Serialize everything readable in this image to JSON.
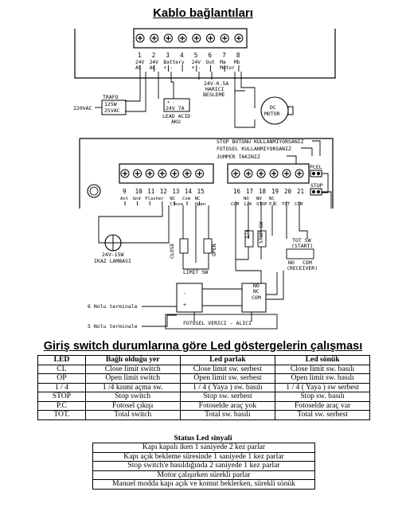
{
  "title": "Kablo  bağlantıları",
  "top_block": {
    "terminal_numbers": [
      "1",
      "2",
      "3",
      "4",
      "5",
      "6",
      "7",
      "8"
    ],
    "labels": [
      {
        "line1": "24V",
        "line2": "AC"
      },
      {
        "line1": "24V",
        "line2": "AC"
      },
      {
        "line1": "Battery",
        "line2": "+ -"
      },
      {
        "line1": "",
        "line2": ""
      },
      {
        "line1": "24V",
        "line2": "+ -"
      },
      {
        "line1": "Out",
        "line2": ""
      },
      {
        "line1": "Ma",
        "line2": "Motor"
      },
      {
        "line1": "Mb",
        "line2": ""
      }
    ],
    "trafo": "TRAFO",
    "trafo_rating_1": "125W",
    "trafo_rating_2": "25VAC",
    "mains": "220VAC",
    "battery_1": "24V 7A",
    "battery_2": "LEAD ACID",
    "battery_3": "AKU",
    "harici_1": "24V-0.5A",
    "harici_2": "HARICI",
    "harici_3": "BESLEME",
    "motor_1": "DC",
    "motor_2": "MOTOR"
  },
  "bottom_block": {
    "notes": [
      "STOP BUTONU KULLANMIYORSANIZ",
      "FOTOSEL KULLANMIYORSANIZ",
      "JUMPER TAKINIZ"
    ],
    "left_numbers": [
      "9",
      "10",
      "11",
      "12",
      "13",
      "14",
      "15"
    ],
    "left_labels_1": [
      "Ant",
      "Gnd",
      "Flasher",
      "",
      "NC",
      "Com",
      "NC"
    ],
    "left_labels_2": [
      "",
      "",
      "",
      "",
      "Close",
      "",
      "Open"
    ],
    "right_numbers": [
      "16",
      "17",
      "18",
      "19",
      "20",
      "21"
    ],
    "right_labels_1": [
      "",
      "NO",
      "NO",
      "NC",
      "",
      ""
    ],
    "right_labels_2": [
      "COM",
      "1/4",
      "STOP",
      "P.C",
      "TOT",
      "COM"
    ],
    "pcel": "PCEL",
    "stop": "STOP",
    "lamp_1": "24V-15W",
    "lamp_2": "IKAZ LAMBASI",
    "limit_sw": "LIMIT SW",
    "close": "CLOSE",
    "open": "OPEN",
    "quarter": "1/4",
    "stop_sw": "STOP SW",
    "tot_sw_1": "TOT SW",
    "tot_sw_2": "(START)",
    "no": "NO",
    "com": "COM",
    "receiver": "(RECEIVER)",
    "no2": "NO",
    "nc2": "NC",
    "com2": "COM",
    "term6": "6 Nolu terminale",
    "term5": "5 Nolu terminale",
    "fotosel": "FOTOSEL VERICI  -  ALICI"
  },
  "section_title": "Giriş switch durumlarına göre Led göstergelerin çalışması",
  "led_table": {
    "headers": [
      "LED",
      "Bağlı olduğu yer",
      "Led parlak",
      "Led sönük"
    ],
    "rows": [
      [
        "CL",
        "Close limit switch",
        "Close limit sw. serbest",
        "Close limit sw. basılı"
      ],
      [
        "OP",
        "Open limit switch",
        "Open limit sw. serbest",
        "Open limit sw. basılı"
      ],
      [
        "1 / 4",
        "1 /4 kısmi açma sw.",
        "1 / 4 ( Yaya ) sw. basılı",
        "1 / 4 ( Yaya ) sw serbest"
      ],
      [
        "STOP",
        "Stop switch",
        "Stop sw. serbest",
        "Stop sw. basılı"
      ],
      [
        "P.C",
        "Fotosel çıkışı",
        "Fotoselde araç yok",
        "Fotoselde araç var"
      ],
      [
        "TOT.",
        "Total switch",
        "Total sw. basılı",
        "Total sw. serbest"
      ]
    ]
  },
  "status": {
    "title": "Status Led sinyali",
    "rows": [
      "Kapı kapalı iken 1 saniyede 2 kez  parlar",
      "Kapı açık bekleme süresinde 1 saniyede 1 kez parlar",
      "Stop switch'e basıldığında 2 saniyede 1 kez parlar",
      "Motor çalışırken sürekli parlar",
      "Manuel modda kapı açık ve komut beklerken, sürekli sönük"
    ]
  }
}
